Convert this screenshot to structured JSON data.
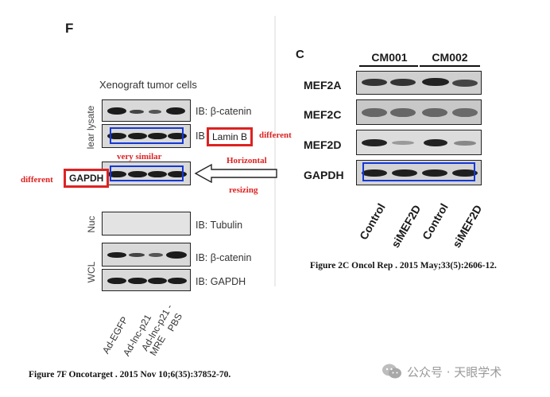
{
  "left_figure": {
    "panel_letter": "F",
    "title": "Xenograft tumor cells",
    "section_labels": {
      "nuclear": "lear lysate",
      "nuc": "Nuc",
      "wcl": "WCL"
    },
    "ib_labels": {
      "beta_catenin_top": "IB: β-catenin",
      "lamin_prefix": "IB",
      "lamin_b": "Lamin B",
      "tubulin": "IB: Tubulin",
      "beta_catenin_wcl": "IB: β-catenin",
      "gapdh_wcl": "IB: GAPDH"
    },
    "lane_labels": [
      "Ad-EGFP",
      "Ad-lnc-p21",
      "Ad-lnc-p21 -MRE",
      "PBS"
    ],
    "caption": "Figure 7F Oncotarget . 2015 Nov 10;6(35):37852-70."
  },
  "annotations": {
    "different_lamin": "different",
    "very_similar": "very similar",
    "different_gapdh": "different",
    "gapdh_label": "GAPDH",
    "horizontal": "Horizontal",
    "resizing": "resizing"
  },
  "right_figure": {
    "panel_letter": "C",
    "groups": [
      "CM001",
      "CM002"
    ],
    "rows": [
      "MEF2A",
      "MEF2C",
      "MEF2D",
      "GAPDH"
    ],
    "lane_labels": [
      "Control",
      "siMEF2D",
      "Control",
      "siMEF2D"
    ],
    "caption": "Figure 2C Oncol Rep . 2015 May;33(5):2606-12."
  },
  "watermark": "公众号 · 天眼学术",
  "colors": {
    "annotation_red": "#dd2222",
    "highlight_blue": "#1438d8"
  }
}
